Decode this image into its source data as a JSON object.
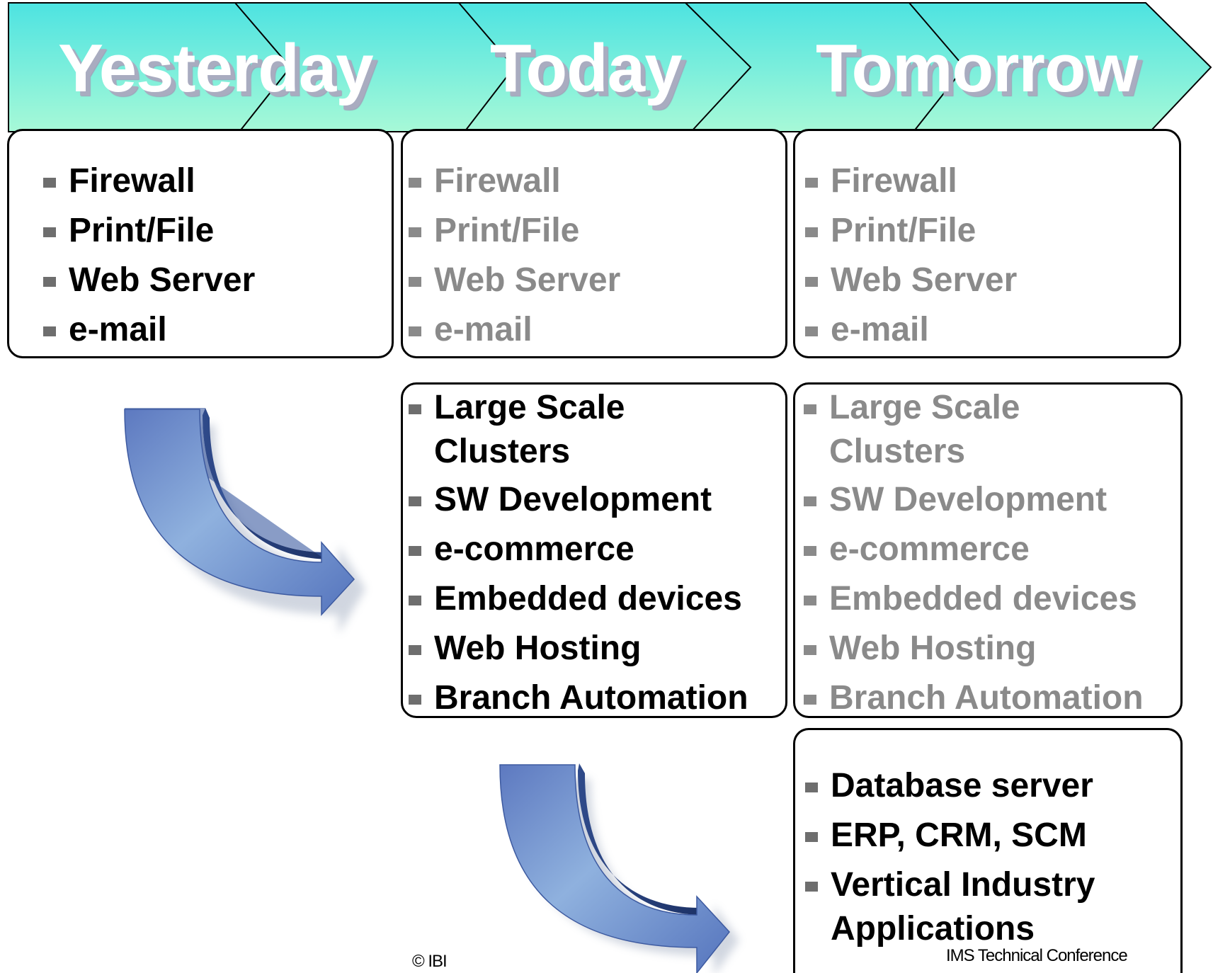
{
  "headers": [
    "Yesterday",
    "Today",
    "Tomorrow"
  ],
  "yesterday": {
    "items": [
      "Firewall",
      "Print/File",
      "Web Server",
      "e-mail"
    ]
  },
  "today": {
    "basic_items": [
      "Firewall",
      "Print/File",
      "Web Server",
      "e-mail"
    ],
    "items": [
      "Large Scale Clusters",
      "SW Development",
      "e-commerce",
      "Embedded devices",
      "Web Hosting",
      "Branch Automation"
    ]
  },
  "tomorrow": {
    "basic_items": [
      "Firewall",
      "Print/File",
      "Web Server",
      "e-mail"
    ],
    "mid_items": [
      "Large Scale Clusters",
      "SW Development",
      "e-commerce",
      "Embedded devices",
      "Web Hosting",
      "Branch Automation"
    ],
    "items": [
      "Database server",
      "ERP, CRM, SCM",
      "Vertical Industry Applications"
    ]
  },
  "footer": {
    "copyright": "© IBI",
    "conference": "IMS Technical Conference"
  },
  "colors": {
    "banner_top": "#4de3e1",
    "banner_bottom": "#a7f9d7",
    "active_text": "#000000",
    "faded_text": "#8a8a8a",
    "arrow": "#7f9fd4"
  },
  "icons": [
    "curved-arrow-icon",
    "bullet-square-icon"
  ]
}
